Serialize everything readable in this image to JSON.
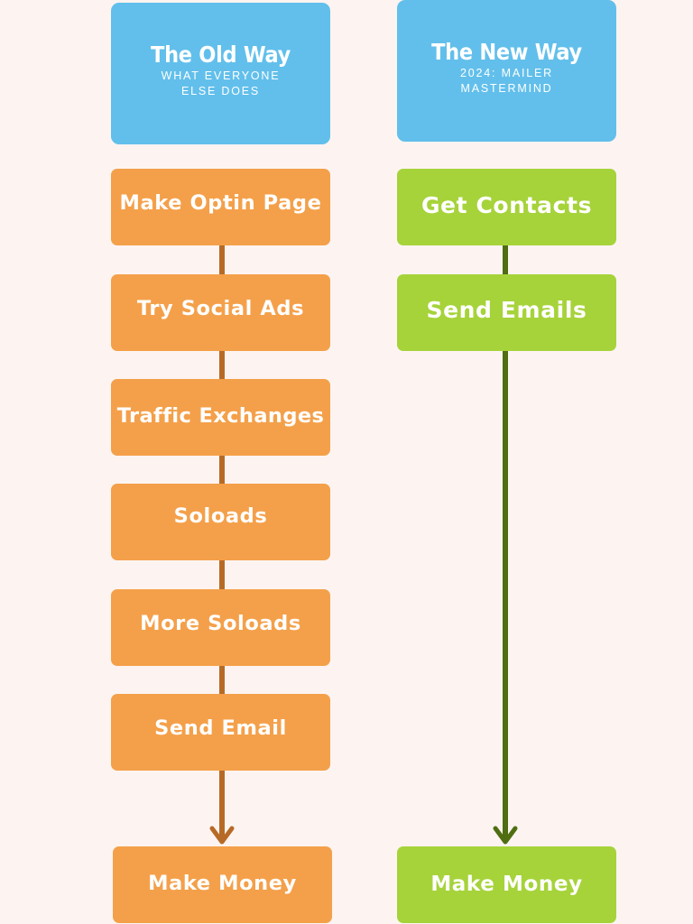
{
  "colors": {
    "background": "#fdf4f1",
    "header": "#62bfeb",
    "old_step": "#f4a04a",
    "new_step": "#a6d33a",
    "old_arrow": "#b76a26",
    "new_arrow": "#4f6e12"
  },
  "old_way": {
    "title": "The Old Way",
    "subtitle": "WHAT EVERYONE ELSE DOES",
    "steps": [
      "Make Optin Page",
      "Try Social Ads",
      "Traffic Exchanges",
      "Soloads",
      "More Soloads",
      "Send Email"
    ],
    "result": "Make Money"
  },
  "new_way": {
    "title": "The New Way",
    "subtitle": "2024: MAILER MASTERMIND",
    "steps": [
      "Get Contacts",
      "Send Emails"
    ],
    "result": "Make Money"
  }
}
